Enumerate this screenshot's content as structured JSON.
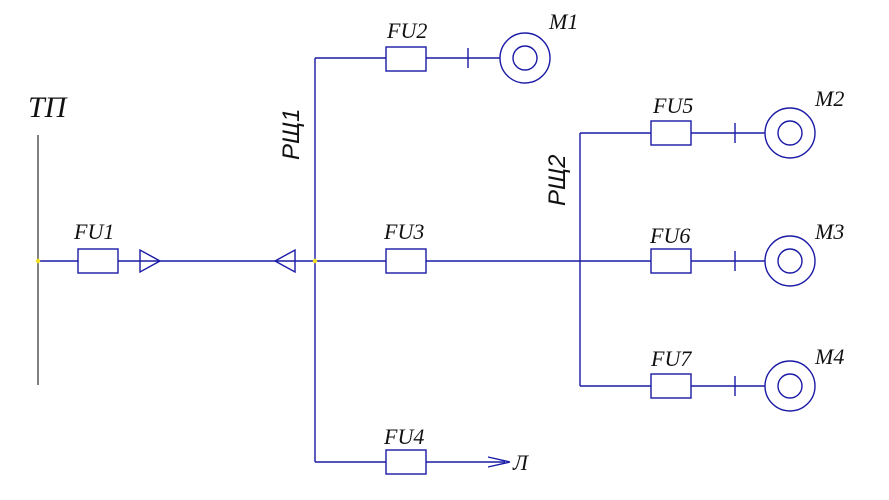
{
  "substation": {
    "label": "ТП"
  },
  "panels": [
    {
      "id": "p1",
      "label": "РЩ1"
    },
    {
      "id": "p2",
      "label": "РЩ2"
    }
  ],
  "fuses": [
    {
      "id": "fu1",
      "label": "FU1"
    },
    {
      "id": "fu2",
      "label": "FU2"
    },
    {
      "id": "fu3",
      "label": "FU3"
    },
    {
      "id": "fu4",
      "label": "FU4"
    },
    {
      "id": "fu5",
      "label": "FU5"
    },
    {
      "id": "fu6",
      "label": "FU6"
    },
    {
      "id": "fu7",
      "label": "FU7"
    }
  ],
  "motors": [
    {
      "id": "m1",
      "label": "M1"
    },
    {
      "id": "m2",
      "label": "M2"
    },
    {
      "id": "m3",
      "label": "M3"
    },
    {
      "id": "m4",
      "label": "M4"
    }
  ],
  "lighting": {
    "label": "Л"
  },
  "colors": {
    "wire": "#1a1aa6",
    "bus": "#4a4a4a",
    "node": "#f0e020"
  }
}
